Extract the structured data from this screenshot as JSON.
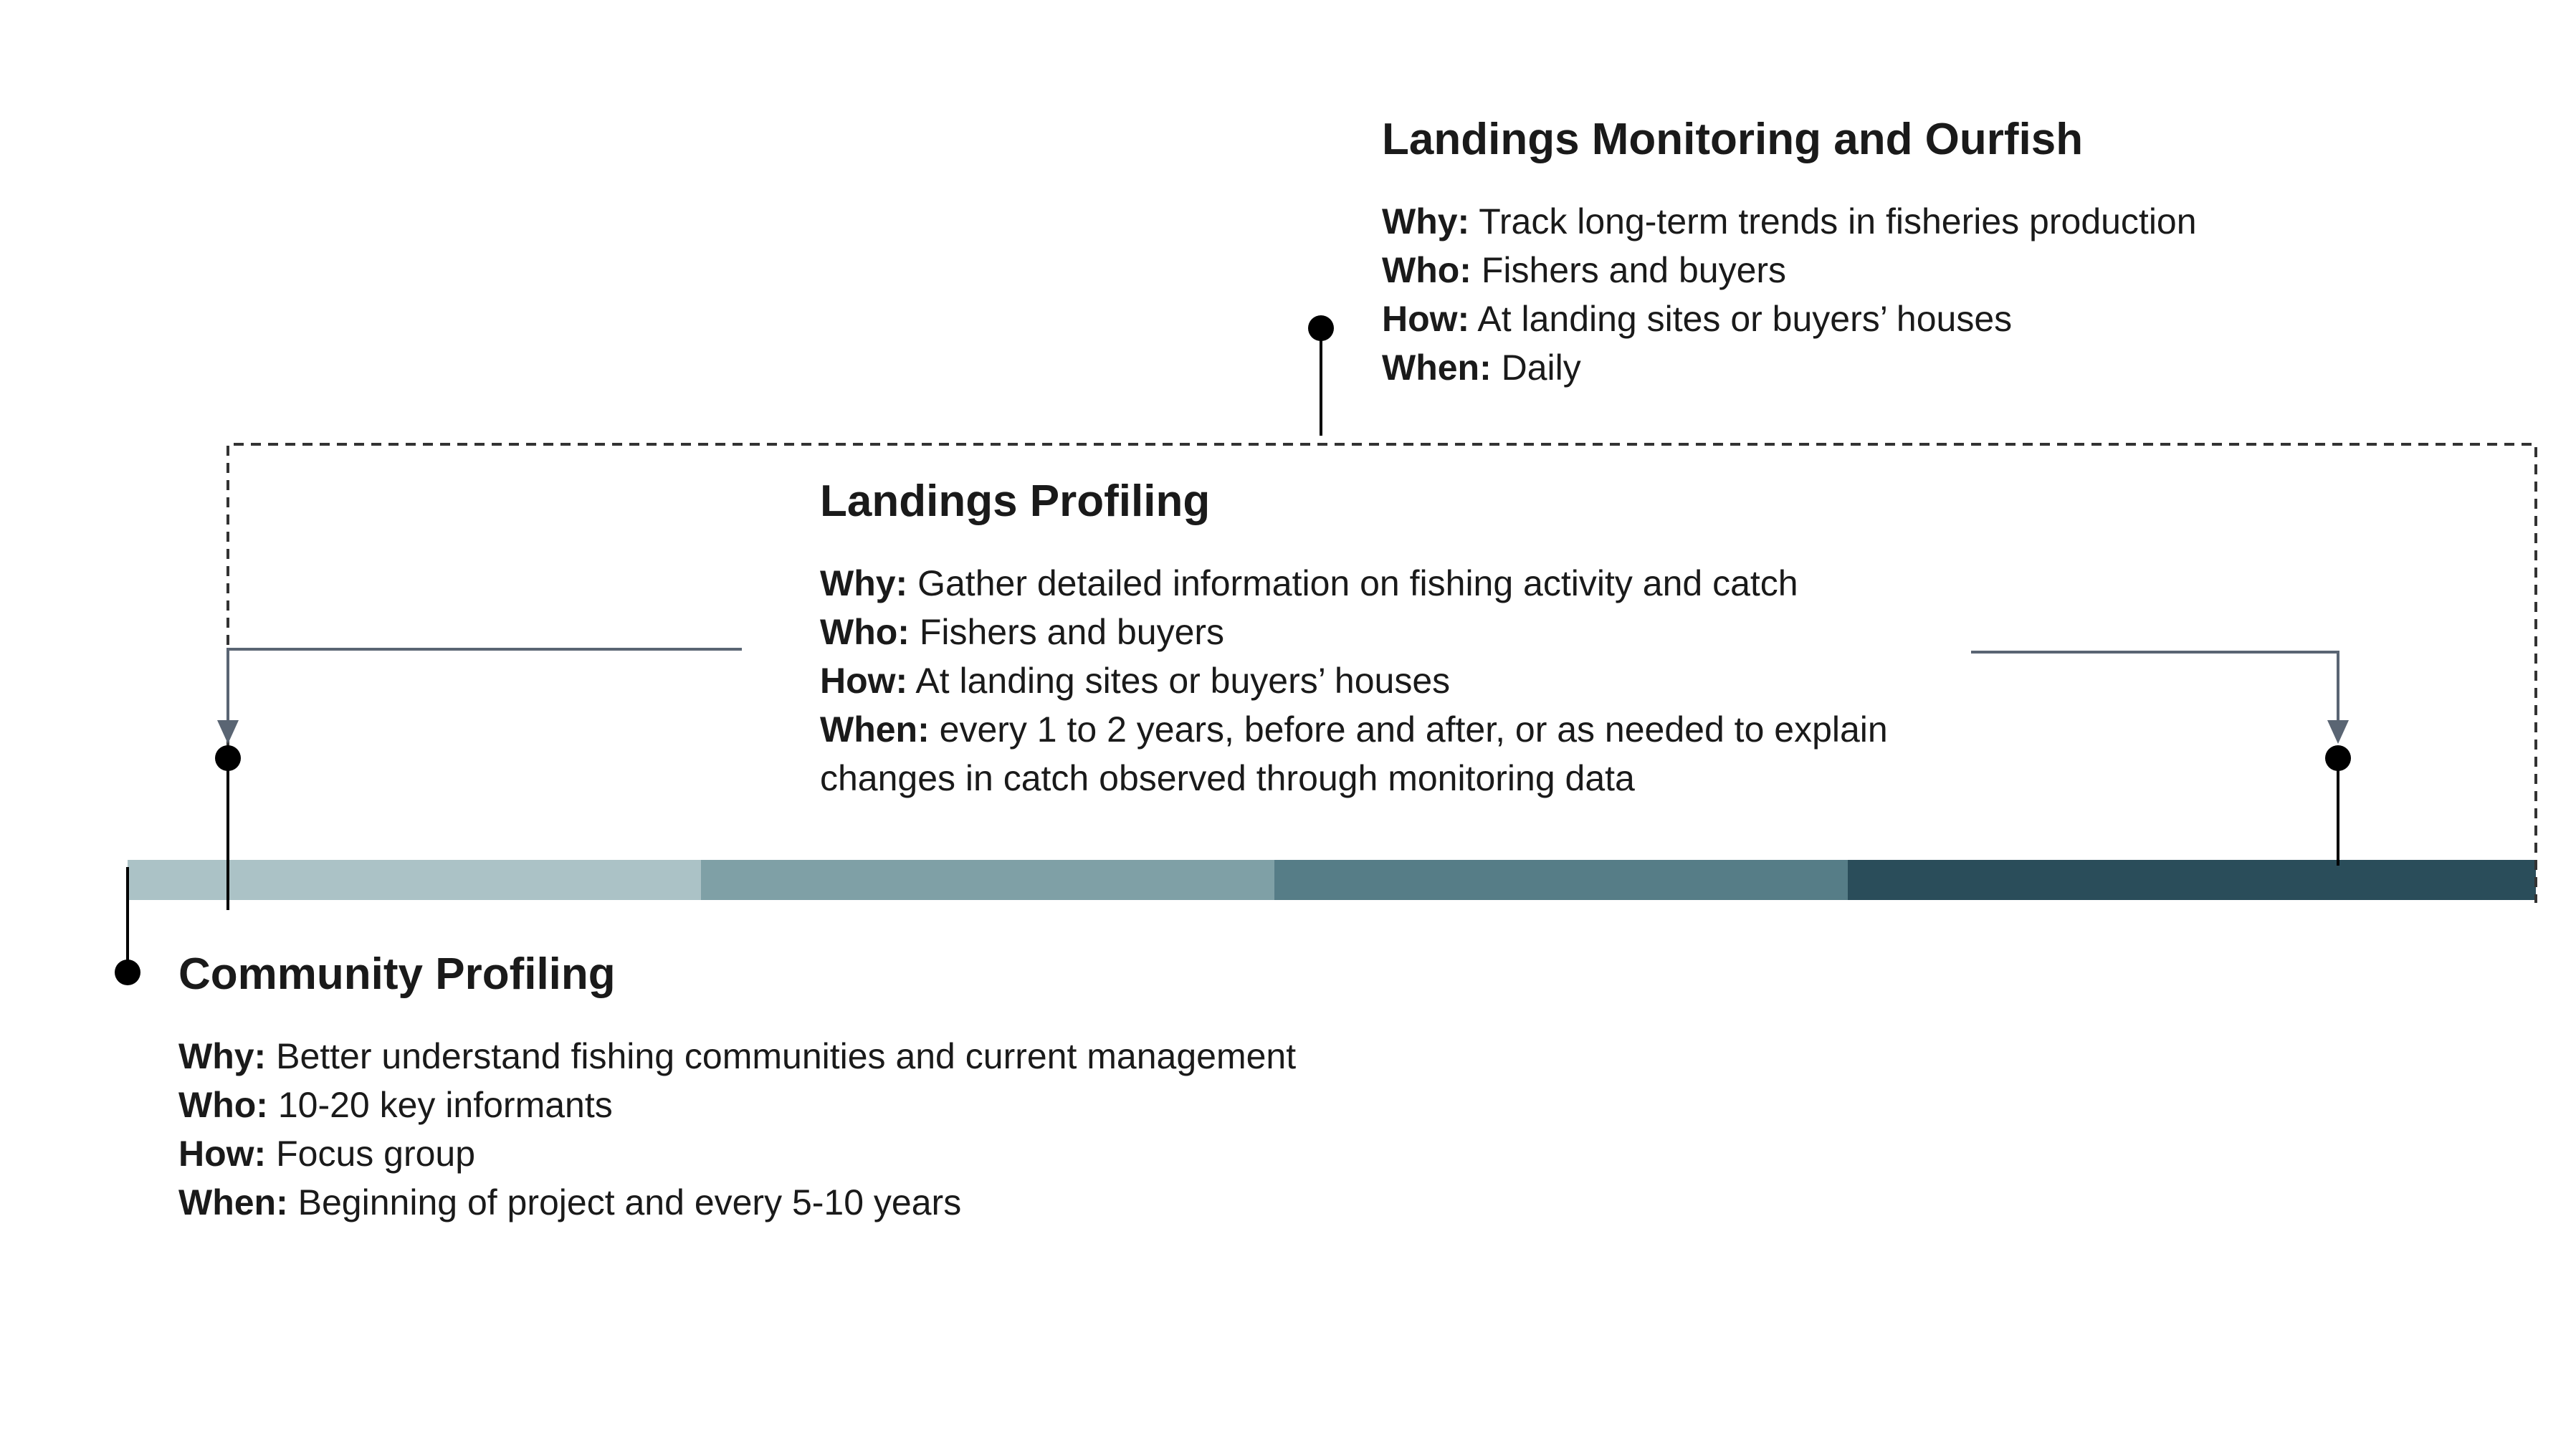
{
  "colors": {
    "segments": [
      "#abc2c6",
      "#7fa0a6",
      "#567d87",
      "#2a4d5a"
    ],
    "dot": "#000000",
    "arrow": "#5a6573",
    "dash": "#333333"
  },
  "blocks": {
    "monitoring": {
      "title": "Landings Monitoring and Ourfish",
      "why_label": "Why:",
      "why": "Track long-term trends in fisheries production",
      "who_label": "Who:",
      "who": "Fishers and buyers",
      "how_label": "How:",
      "how": "At landing sites or buyers’ houses",
      "when_label": "When:",
      "when": "Daily"
    },
    "landings": {
      "title": "Landings Profiling",
      "why_label": "Why:",
      "why": "Gather detailed information on fishing activity and catch",
      "who_label": "Who:",
      "who": "Fishers and buyers",
      "how_label": "How:",
      "how": "At landing sites or buyers’ houses",
      "when_label": "When:",
      "when": "every 1 to 2 years, before and after, or as needed to explain changes in catch observed through monitoring data"
    },
    "community": {
      "title": "Community Profiling",
      "why_label": "Why:",
      "why": "Better understand fishing communities and current management",
      "who_label": "Who:",
      "who": "10-20 key informants",
      "how_label": "How:",
      "how": "Focus group",
      "when_label": "When:",
      "when": "Beginning of project and every 5-10 years"
    }
  }
}
